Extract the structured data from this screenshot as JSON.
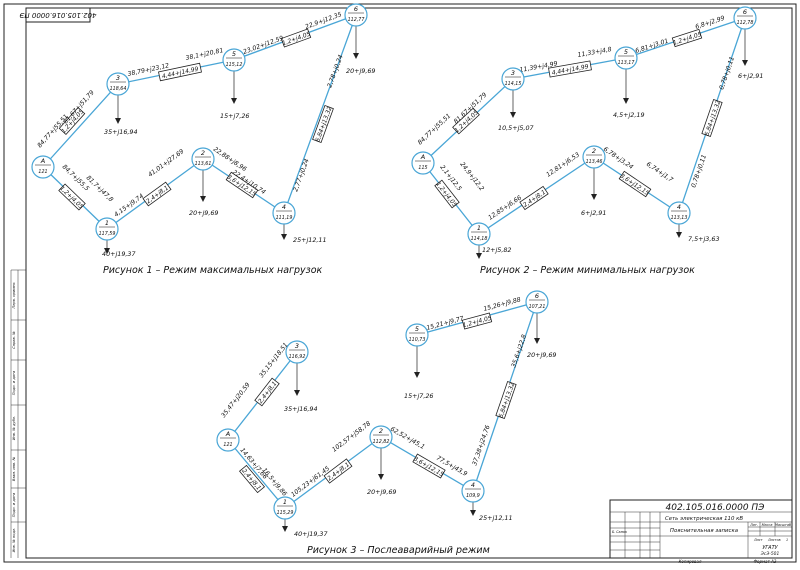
{
  "stamp_top": "402.105.016.0000 ПЭ",
  "titleblock": {
    "doc_code": "402.105.016.0000 ПЭ",
    "title": "Сеть электрическая 110 кВ",
    "subtitle": "Пояснительная записка",
    "org": "УГАТУ",
    "group": "ЭсЭ-501",
    "col_lit": "Лит.",
    "col_mass": "Масса",
    "col_scale": "Масштаб",
    "sheet": "Лист",
    "sheets": "Листов",
    "sheets_count": "1",
    "student": "Б. Салюк",
    "kopiroval": "Копировал",
    "format": "Формат A3"
  },
  "side_labels": [
    "Перв. примен.",
    "Справ. №",
    "Подп. и дата",
    "Инв. № дубл.",
    "Взам. инв. №",
    "Подп. и дата",
    "Инв. № подл."
  ],
  "captions": {
    "fig1": "Рисунок 1 – Режим максимальных нагрузок",
    "fig2": "Рисунок 2 – Режим минимальных нагрузок",
    "fig3": "Рисунок 3 – Послеаварийный режим"
  },
  "fig1": {
    "nodes": [
      {
        "id": "A",
        "v": "121"
      },
      {
        "id": "1",
        "v": "117,59"
      },
      {
        "id": "2",
        "v": "113,61"
      },
      {
        "id": "3",
        "v": "118,64"
      },
      {
        "id": "4",
        "v": "111,19"
      },
      {
        "id": "5",
        "v": "115,12"
      },
      {
        "id": "6",
        "v": "112,77"
      }
    ],
    "flows": [
      "84,77+j55,51",
      "81,67+j51,79",
      "38,79+j23,12",
      "38,1+j20,81",
      "23,02+j12,59",
      "22,9+j12,35",
      "84,7+j55,5",
      "81,7+j47,8",
      "41,01+j27,69",
      "4,15+j9,74",
      "22,88+j8,96",
      "22,4+j10,74",
      "2,77+j0,24",
      "2,78+j0,24"
    ],
    "imp": [
      "1,2+j4,05",
      "4,44+j14,99",
      "1,2+j4,05",
      "1,2+j4,05",
      "2,4+j8,1",
      "3,6+j12,15",
      "6,84+j13,32"
    ],
    "loads": [
      "35+j16,94",
      "15+j7,26",
      "20+j9,69",
      "40+j19,37",
      "20+j9,69",
      "25+j12,11"
    ]
  },
  "fig2": {
    "nodes": [
      {
        "id": "A",
        "v": "115"
      },
      {
        "id": "1",
        "v": "114,18"
      },
      {
        "id": "2",
        "v": "113,46"
      },
      {
        "id": "3",
        "v": "114,15"
      },
      {
        "id": "4",
        "v": "113,13"
      },
      {
        "id": "5",
        "v": "113,17"
      },
      {
        "id": "6",
        "v": "112,78"
      }
    ],
    "flows": [
      "84,77+j55,51",
      "81,67+j51,79",
      "11,39+j4,99",
      "11,33+j4,8",
      "6,81+j3,01",
      "6,8+j2,99",
      "2,1+j12,5",
      "24,9+j12,2",
      "12,81+j6,53",
      "12,85+j6,66",
      "6,78+j3,24",
      "6,74+j1,7",
      "0,78+j0,11",
      "0,78+j0,11"
    ],
    "imp": [
      "1,2+j4,05",
      "4,44+j14,99",
      "1,2+j4,05",
      "1,2+j4,05",
      "2,4+j8,1",
      "3,6+j12,15",
      "6,84+j13,32"
    ],
    "loads": [
      "10,5+j5,07",
      "4,5+j2,19",
      "6+j2,91",
      "12+j5,82",
      "6+j2,91",
      "7,5+j3,63"
    ]
  },
  "fig3": {
    "nodes": [
      {
        "id": "A",
        "v": "121"
      },
      {
        "id": "1",
        "v": "115,29"
      },
      {
        "id": "2",
        "v": "112,82"
      },
      {
        "id": "3",
        "v": "116,92"
      },
      {
        "id": "4",
        "v": "109,9"
      },
      {
        "id": "5",
        "v": "110,73"
      },
      {
        "id": "6",
        "v": "107,21"
      }
    ],
    "flows": [
      "35,47+j20,59",
      "35,15+j18,51",
      "14,63+j7,66",
      "16,5+j9,86",
      "105,23+j61,45",
      "102,57+j58,78",
      "62,52+j45,1",
      "77,5+j43,9",
      "15,21+j9,77",
      "15,26+j9,88",
      "37,38+j24,76",
      "35,6+j22,8"
    ],
    "imp": [
      "2,4+j8,1",
      "2,4+j8,1",
      "2,4+j8,1",
      "3,6+j12,15",
      "1,2+j4,05",
      "6,84+j13,32"
    ],
    "loads": [
      "35+j16,94",
      "40+j19,37",
      "20+j9,69",
      "15+j7,26",
      "20+j9,69",
      "25+j12,11"
    ]
  }
}
